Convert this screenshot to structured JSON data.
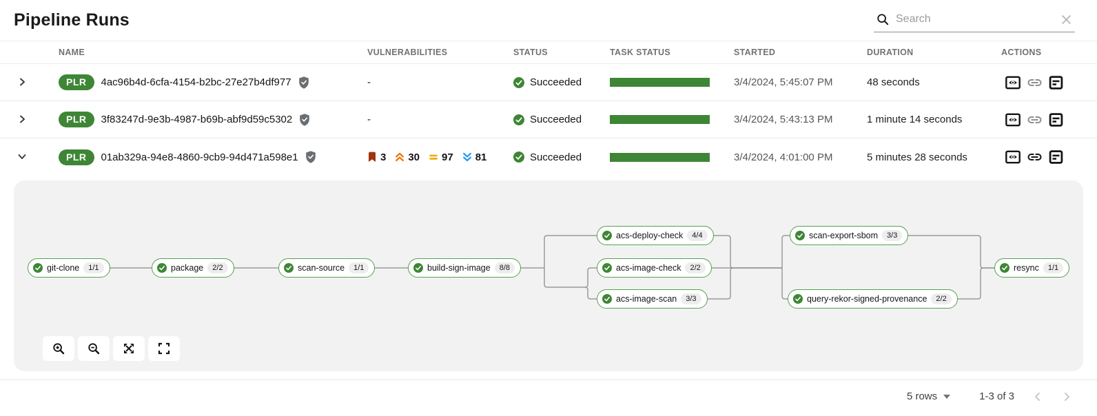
{
  "page": {
    "title": "Pipeline Runs"
  },
  "search": {
    "placeholder": "Search"
  },
  "table": {
    "columns": {
      "name": "NAME",
      "vulnerabilities": "VULNERABILITIES",
      "status": "STATUS",
      "task_status": "TASK STATUS",
      "started": "STARTED",
      "duration": "DURATION",
      "actions": "ACTIONS"
    },
    "rows": [
      {
        "badge": "PLR",
        "name": "4ac96b4d-6cfa-4154-b2bc-27e27b4df977",
        "vulnerabilities": "-",
        "status": "Succeeded",
        "task_progress_percent": 100,
        "started": "3/4/2024, 5:45:07 PM",
        "duration": "48 seconds",
        "expanded": false
      },
      {
        "badge": "PLR",
        "name": "3f83247d-9e3b-4987-b69b-abf9d59c5302",
        "vulnerabilities": "-",
        "status": "Succeeded",
        "task_progress_percent": 100,
        "started": "3/4/2024, 5:43:13 PM",
        "duration": "1 minute 14 seconds",
        "expanded": false
      },
      {
        "badge": "PLR",
        "name": "01ab329a-94e8-4860-9cb9-94d471a598e1",
        "vulnerabilities": {
          "critical": "3",
          "high": "30",
          "medium": "97",
          "low": "81"
        },
        "status": "Succeeded",
        "task_progress_percent": 100,
        "started": "3/4/2024, 4:01:00 PM",
        "duration": "5 minutes 28 seconds",
        "expanded": true
      }
    ]
  },
  "graph": {
    "nodes": [
      {
        "label": "git-clone",
        "count": "1/1",
        "status": "Succeeded"
      },
      {
        "label": "package",
        "count": "2/2",
        "status": "Succeeded"
      },
      {
        "label": "scan-source",
        "count": "1/1",
        "status": "Succeeded"
      },
      {
        "label": "build-sign-image",
        "count": "8/8",
        "status": "Succeeded"
      },
      {
        "label": "acs-deploy-check",
        "count": "4/4",
        "status": "Succeeded"
      },
      {
        "label": "acs-image-check",
        "count": "2/2",
        "status": "Succeeded"
      },
      {
        "label": "acs-image-scan",
        "count": "3/3",
        "status": "Succeeded"
      },
      {
        "label": "scan-export-sbom",
        "count": "3/3",
        "status": "Succeeded"
      },
      {
        "label": "query-rekor-signed-provenance",
        "count": "2/2",
        "status": "Succeeded"
      },
      {
        "label": "resync",
        "count": "1/1",
        "status": "Succeeded"
      }
    ]
  },
  "footer": {
    "rows_per_page": "5 rows",
    "range": "1-3 of 3"
  },
  "colors": {
    "success_green": "#3e8635",
    "node_border_green": "#55a14f",
    "badge_green": "#3e8635",
    "severity_critical": "#a2330e",
    "severity_high": "#ec7a08",
    "severity_medium": "#f0ab00",
    "severity_low": "#2b9af3",
    "panel_background": "#f2f2f2"
  }
}
